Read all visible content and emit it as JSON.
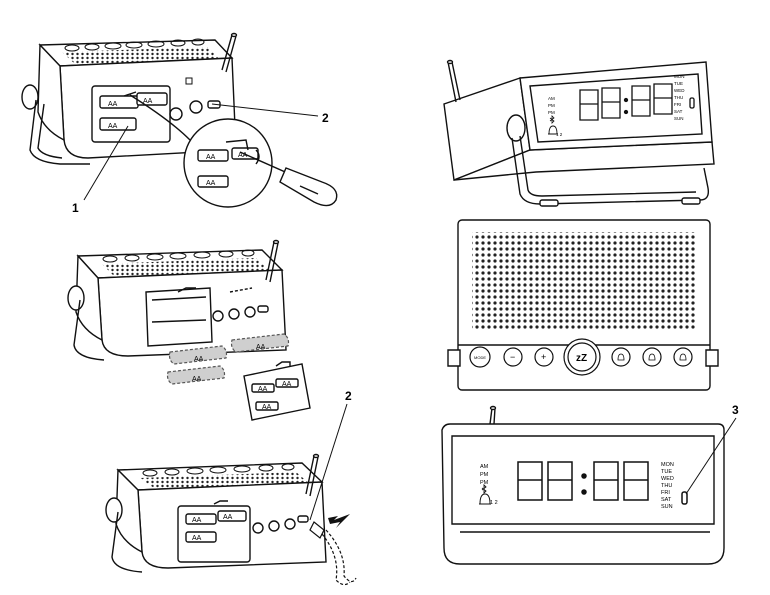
{
  "callouts": [
    "1",
    "2",
    "2",
    "3"
  ],
  "battery_label": "AA",
  "display": {
    "ampm": [
      "AM",
      "PM",
      "PM"
    ],
    "days": [
      "MON",
      "TUE",
      "WED",
      "THU",
      "FRI",
      "SAT",
      "SUN"
    ],
    "alarm_index": "1 2",
    "snooze_mark": "z"
  },
  "buttons": {
    "mode": "MODE",
    "minus": "−",
    "plus": "+",
    "snooze": "zZ"
  },
  "colors": {
    "line": "#111111",
    "fill": "#ffffff",
    "battery_fill": "#cfcfcf"
  },
  "icons": [
    "screwdriver-icon",
    "bluetooth-icon",
    "bell-icon",
    "arrow-icon",
    "usb-plug-icon"
  ]
}
